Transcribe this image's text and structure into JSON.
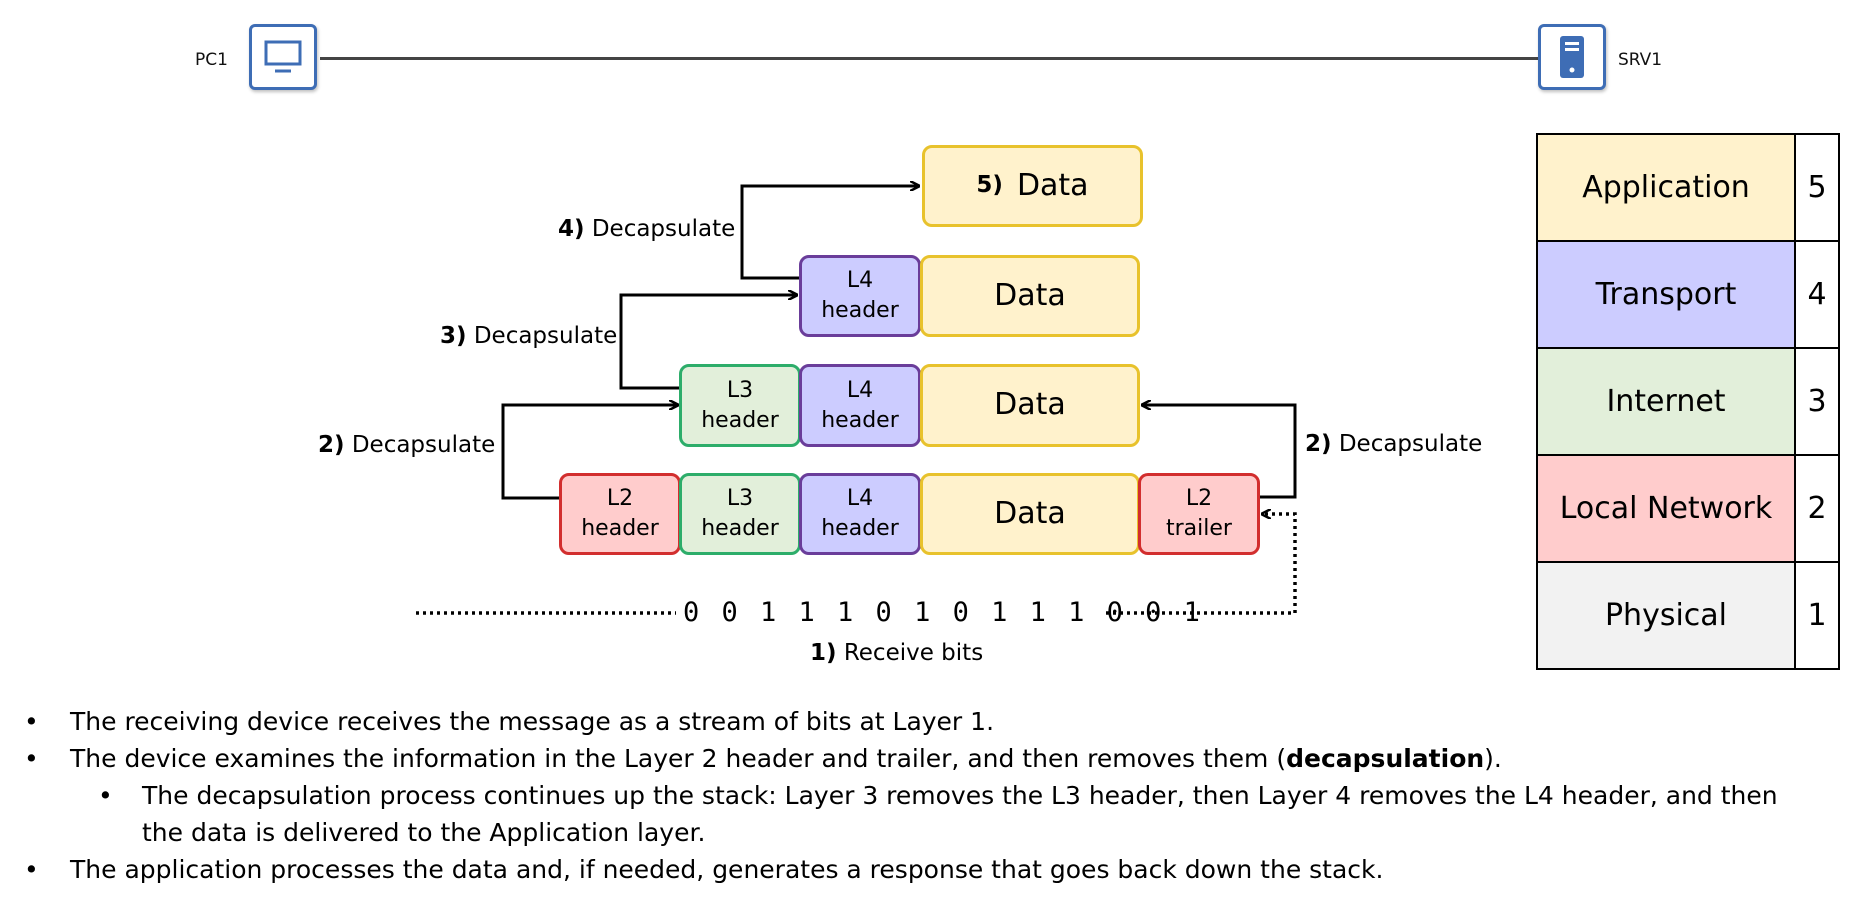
{
  "topology": {
    "left_device": {
      "label": "PC1",
      "icon": "desktop-pc-icon"
    },
    "right_device": {
      "label": "SRV1",
      "icon": "server-icon"
    },
    "link_color": "#444444",
    "icon_color": "#3e6db5"
  },
  "packet": {
    "row5": {
      "step_num": "5)",
      "data": "Data"
    },
    "row4": {
      "l4_line1": "L4",
      "l4_line2": "header",
      "data": "Data"
    },
    "row3": {
      "l3_line1": "L3",
      "l3_line2": "header",
      "l4_line1": "L4",
      "l4_line2": "header",
      "data": "Data"
    },
    "row2": {
      "l2_line1": "L2",
      "l2_line2": "header",
      "l3_line1": "L3",
      "l3_line2": "header",
      "l4_line1": "L4",
      "l4_line2": "header",
      "data": "Data",
      "tr_line1": "L2",
      "tr_line2": "trailer"
    }
  },
  "steps": {
    "step4": {
      "num": "4)",
      "text": "Decapsulate"
    },
    "step3": {
      "num": "3)",
      "text": "Decapsulate"
    },
    "step2_left": {
      "num": "2)",
      "text": "Decapsulate"
    },
    "step2_right": {
      "num": "2)",
      "text": "Decapsulate"
    },
    "step1": {
      "num": "1)",
      "text": "Receive bits"
    }
  },
  "bits": "0 0 1 1 1 0 1 0 1 1 1 0 0 1",
  "layers": [
    {
      "name": "Application",
      "num": "5",
      "color": "#fff2cc"
    },
    {
      "name": "Transport",
      "num": "4",
      "color": "#ccccff"
    },
    {
      "name": "Internet",
      "num": "3",
      "color": "#e2efda"
    },
    {
      "name": "Local Network",
      "num": "2",
      "color": "#ffcccc"
    },
    {
      "name": "Physical",
      "num": "1",
      "color": "#f2f2f2"
    }
  ],
  "bullets": {
    "b1": "The receiving device receives the message as a stream of bits at Layer 1.",
    "b2_pre": "The device examines the information in the Layer 2 header and trailer, and then removes them (",
    "b2_bold": "decapsulation",
    "b2_post": ").",
    "b3_line1": "The decapsulation process continues up the stack: Layer 3 removes the L3 header, then Layer 4 removes the L4 header, and then",
    "b3_line2": "the data is delivered to the Application layer.",
    "b4": "The application processes the data and, if needed, generates a response that goes back down the stack.",
    "marker": "•"
  }
}
